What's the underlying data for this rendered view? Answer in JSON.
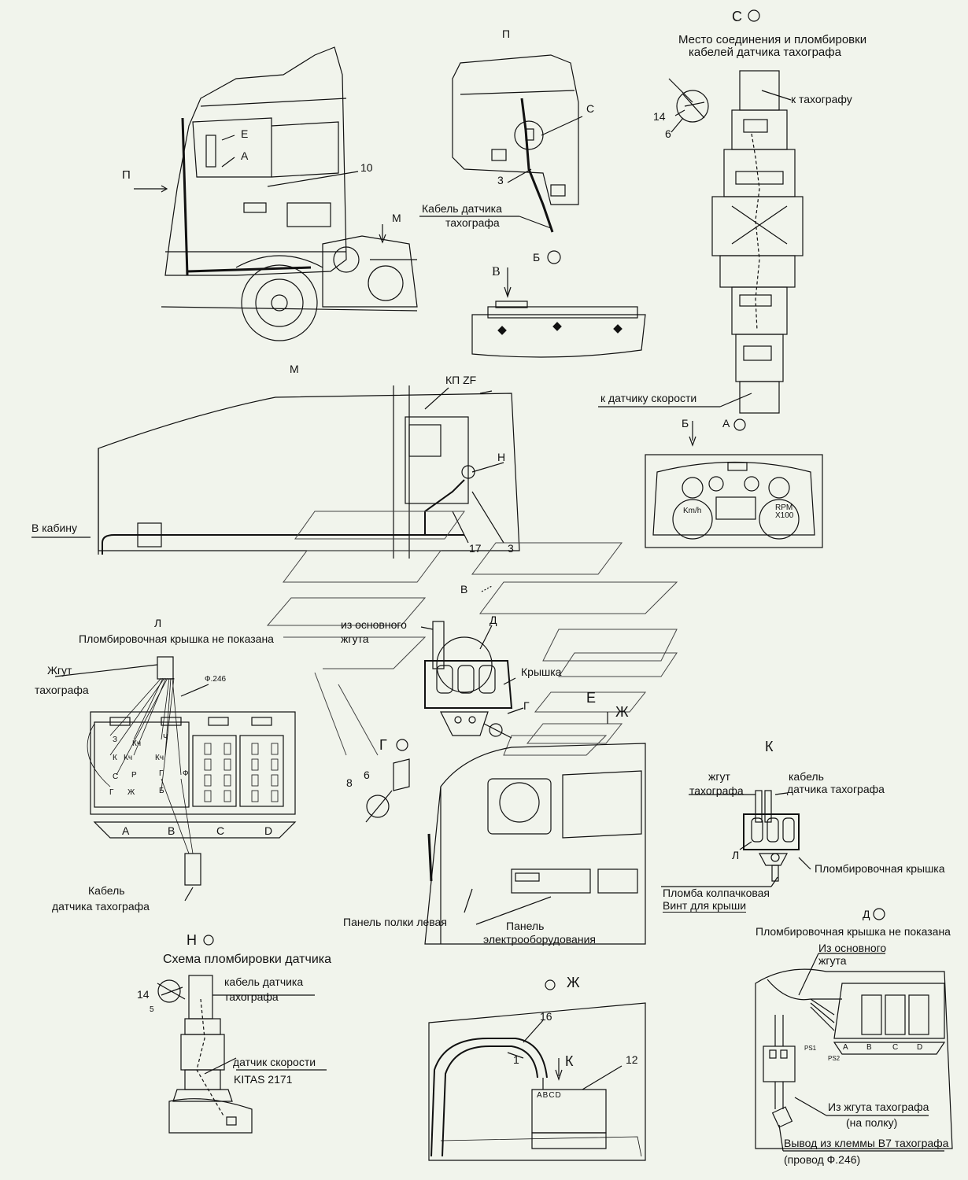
{
  "views": {
    "s": {
      "label": "С",
      "title_line1": "Место соединения и пломбировки",
      "title_line2": "кабелей датчика тахографа",
      "to_tachograph": "к тахографу",
      "to_speed_sensor": "к датчику скорости",
      "n14": "14",
      "n6": "6"
    },
    "p": {
      "label": "П",
      "c": "С",
      "n3": "3",
      "cable_line1": "Кабель датчика",
      "cable_line2": "тахографа",
      "b_ref": "Б"
    },
    "cab": {
      "p_arrow": "П",
      "e": "Е",
      "a": "А",
      "n10": "10",
      "m": "М"
    },
    "v": {
      "label": "В"
    },
    "m": {
      "label": "М",
      "kp": "КП ZF",
      "n": "Н",
      "to_cab": "В кабину",
      "n17": "17",
      "n3": "3"
    },
    "b": {
      "b": "Б",
      "a_ref": "А",
      "kmh": "Km/h",
      "rpm": "RPM",
      "x100": "X100"
    },
    "v_small": {
      "label": "В"
    },
    "center": {
      "from_main_line1": "из основного",
      "from_main_line2": "жгута",
      "d": "Д",
      "cover": "Крышка",
      "g": "Г",
      "e": "Е",
      "zh": "Ж"
    },
    "l": {
      "label": "Л",
      "note": "Пломбировочная крышка не показана",
      "harness_line1": "Жгут",
      "harness_line2": "тахографа",
      "f246": "Ф.246",
      "pins": [
        "З",
        "Кч",
        "Ч",
        "К",
        "Кч",
        "Кч",
        "С",
        "Р",
        "Г",
        "Ф",
        "Г",
        "Ж",
        "Б"
      ],
      "blocks": [
        "A",
        "B",
        "C",
        "D"
      ],
      "cable_line1": "Кабель",
      "cable_line2": "датчика тахографа"
    },
    "g": {
      "label": "Г",
      "n8": "8",
      "n6": "6"
    },
    "shelf": {
      "left_panel": "Панель полки левая",
      "elec_line1": "Панель",
      "elec_line2": "электрооборудования"
    },
    "k": {
      "label": "К",
      "harness_line1": "жгут",
      "harness_line2": "тахографа",
      "cable_line1": "кабель",
      "cable_line2": "датчика тахографа",
      "l": "Л",
      "cover": "Пломбировочная крышка",
      "seal": "Пломба колпачковая",
      "screw": "Винт для крыши"
    },
    "d": {
      "label": "Д",
      "note": "Пломбировочная крышка не показана",
      "from_main_line1": "Из основного",
      "from_main_line2": "жгута",
      "ps1": "PS1",
      "ps2": "PS2",
      "blocks": [
        "A",
        "B",
        "C",
        "D"
      ],
      "from_tacho_line1": "Из жгута тахографа",
      "from_tacho_line2": "(на полку)",
      "out_line1": "Вывод из клеммы В7 тахографа",
      "out_line2": "(провод Ф.246)"
    },
    "n": {
      "label": "Н",
      "title": "Схема пломбировки датчика",
      "n14": "14",
      "n5": "5",
      "cable_line1": "кабель датчика",
      "cable_line2": "тахографа",
      "sensor_line1": "датчик скорости",
      "sensor_line2": "KITAS 2171"
    },
    "zh": {
      "label": "Ж",
      "n16": "16",
      "n12": "12",
      "n1": "1",
      "k": "К",
      "abcd": "ABCD"
    }
  },
  "colors": {
    "background": "#f1f4ec",
    "line": "#111111"
  }
}
